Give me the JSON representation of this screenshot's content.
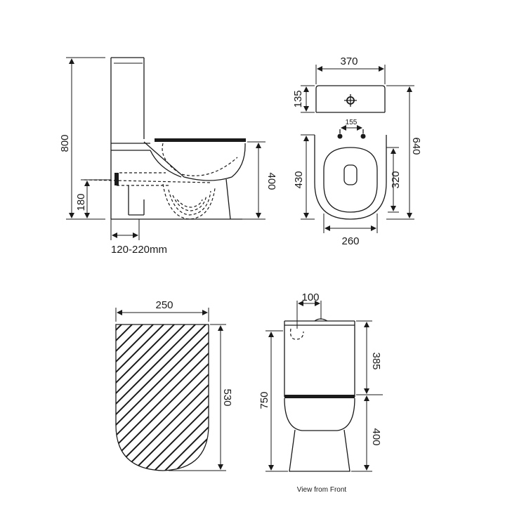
{
  "side_view": {
    "dims": {
      "overall_height": "800",
      "inlet_height": "180",
      "bowl_height": "400",
      "setout_range": "120-220mm"
    }
  },
  "top_view": {
    "dims": {
      "width": "370",
      "cistern_depth": "135",
      "fixing_spacing": "155",
      "overall_depth": "640",
      "bowl_depth": "430",
      "seat_opening": "320",
      "bowl_width": "260"
    }
  },
  "section_view": {
    "dims": {
      "width": "250",
      "height": "530"
    }
  },
  "front_view": {
    "caption": "View from Front",
    "dims": {
      "button_offset": "100",
      "cistern_height": "385",
      "overall_height": "750",
      "pan_height": "400"
    }
  }
}
